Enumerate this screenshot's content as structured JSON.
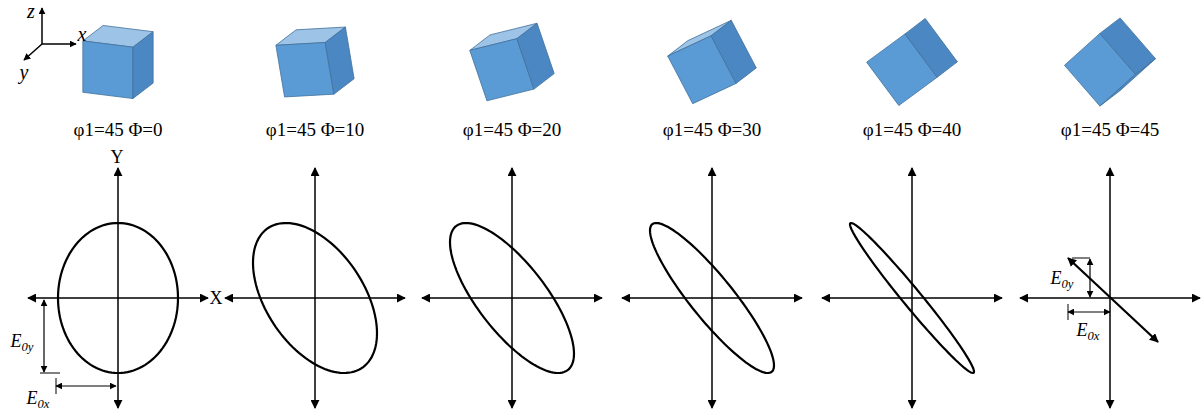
{
  "diagram": {
    "labels": [
      "z",
      "x",
      "y",
      "φ1=45 Φ=0",
      "φ1=45 Φ=10",
      "φ1=45 Φ=20",
      "φ1=45 Φ=30",
      "φ1=45 Φ=40",
      "φ1=45 Φ=45",
      "Y",
      "X",
      "E0y",
      "E0x",
      "E0y",
      "E0x"
    ]
  }
}
